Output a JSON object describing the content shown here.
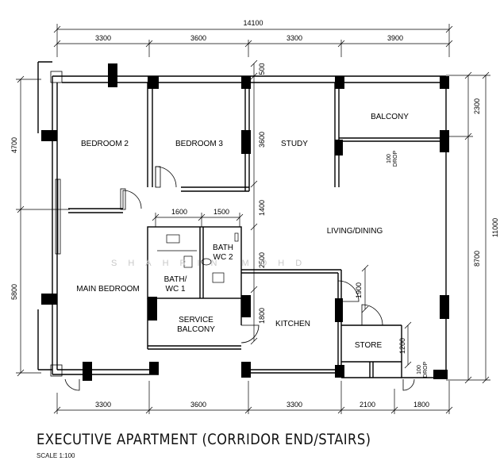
{
  "title": "EXECUTIVE APARTMENT (CORRIDOR END/STAIRS)",
  "scale": "SCALE   1:100",
  "watermark": "SHAHRIN MOHD",
  "dimensions": {
    "total_top": "14100",
    "top": [
      "3300",
      "3600",
      "3300",
      "3900"
    ],
    "bottom": [
      "3300",
      "3600",
      "3300",
      "2100",
      "1800"
    ],
    "left": [
      "4700",
      "5800"
    ],
    "right_outer": "11000",
    "right_top": "2300",
    "right_main": "8700",
    "study_small": "500",
    "study_height": "3600",
    "corridor": "1400",
    "bath_width_1": "1600",
    "bath_width_2": "1500",
    "bath_height": "2500",
    "kitchen_height": "1800",
    "store_door": "1900",
    "store_height": "1200"
  },
  "rooms": {
    "bedroom2": "BEDROOM 2",
    "bedroom3": "BEDROOM 3",
    "study": "STUDY",
    "balcony": "BALCONY",
    "drop": "DROP",
    "drop_value": "100",
    "living": "LIVING/DINING",
    "bath2_a": "BATH",
    "bath2_b": "WC 2",
    "bath1_a": "BATH/",
    "bath1_b": "WC 1",
    "main_bedroom": "MAIN BEDROOM",
    "service_a": "SERVICE",
    "service_b": "BALCONY",
    "kitchen": "KITCHEN",
    "store": "STORE"
  }
}
